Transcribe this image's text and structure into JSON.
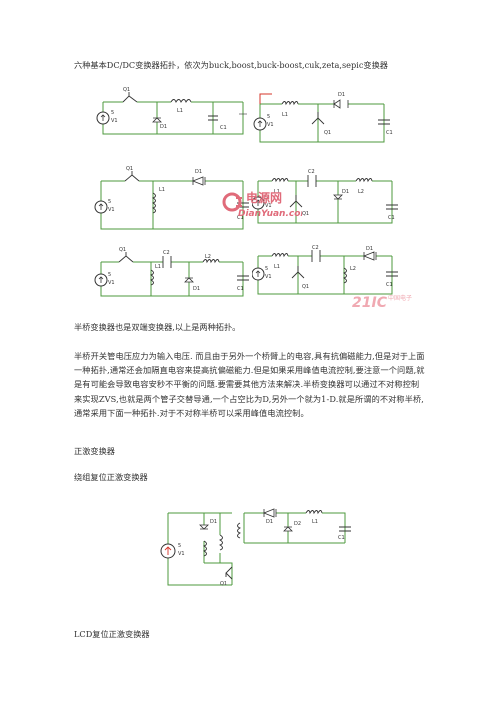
{
  "page": {
    "intro": "六种基本DC/DC变换器拓扑，依次为buck,boost,buck-boost,cuk,zeta,sepic变换器",
    "half_bridge_heading": "半桥变换器也是双端变换器,以上是两种拓扑。",
    "half_bridge_body": "半桥开关管电压应力为输入电压. 而且由于另外一个桥臂上的电容,具有抗偏磁能力,但是对于上面一种拓扑,通常还会加隔直电容来提高抗偏磁能力.但是如果采用峰值电流控制,要注意一个问题,就是有可能会导致电容安秒不平衡的问题.要需要其他方法来解决.半桥变换器可以通过不对称控制来实现ZVS,也就是两个管子交替导通,一个占空比为D,另外一个就为1-D.就是所谓的不对称半桥,通常采用下面一种拓扑.对于不对称半桥可以采用峰值电流控制。",
    "forward_heading": "正激变换器",
    "winding_reset_heading": "绕组复位正激变换器",
    "lcd_reset_heading": "LCD复位正激变换器"
  },
  "watermarks": {
    "top": {
      "cn": "电源网",
      "en": "DianYuan.com"
    },
    "bottom": {
      "num": "21IC",
      "cn": "中国电子网"
    }
  },
  "circuit_labels": {
    "buck": {
      "source": "V1",
      "source_value": "5",
      "switch": "Q1",
      "diode": "D1",
      "inductor": "L1",
      "cap": "C1"
    },
    "boost": {
      "source": "V1",
      "source_value": "5",
      "inductor": "L1",
      "switch": "Q1",
      "diode": "D1",
      "cap": "C1"
    },
    "buck_boost": {
      "source": "V1",
      "source_value": "5",
      "switch": "Q1",
      "inductor": "L1",
      "diode": "D1",
      "cap": "C1"
    },
    "cuk": {
      "source": "V1",
      "source_value": "5",
      "inductor1": "L1",
      "switch": "Q1",
      "cap_mid": "C2",
      "diode": "D1",
      "inductor2": "L2",
      "cap": "C1"
    },
    "zeta": {
      "source": "V1",
      "source_value": "5",
      "switch": "Q1",
      "inductor1": "L1",
      "cap_mid": "C2",
      "diode": "D1",
      "inductor2": "L2",
      "cap": "C1"
    },
    "sepic": {
      "source": "V1",
      "source_value": "5",
      "inductor1": "L1",
      "switch": "Q1",
      "cap_mid": "C2",
      "inductor2": "L2",
      "diode": "D1",
      "cap": "C1"
    },
    "forward": {
      "source": "V1",
      "source_value": "5",
      "diode_reset": "D1",
      "switch": "Q1",
      "diode_fwd": "D1",
      "diode_free": "D2",
      "inductor": "L1",
      "cap": "C1"
    }
  }
}
